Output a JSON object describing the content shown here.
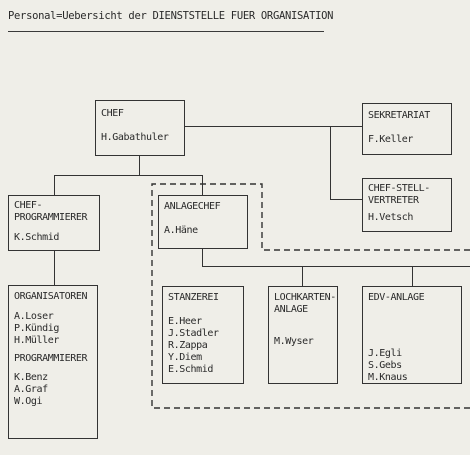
{
  "title": "Personal=Uebersicht der DIENSTSTELLE FUER ORGANISATION",
  "boxes": {
    "chef": {
      "title": "CHEF",
      "names": [
        "H.Gabathuler"
      ]
    },
    "sekretariat": {
      "title": "SEKRETARIAT",
      "names": [
        "F.Keller"
      ]
    },
    "stellvertreter": {
      "title": "CHEF-STELL-\nVERTRETER",
      "names": [
        "H.Vetsch"
      ]
    },
    "chefprogrammierer": {
      "title": "CHEF-\nPROGRAMMIERER",
      "names": [
        "K.Schmid"
      ]
    },
    "anlagechef": {
      "title": "ANLAGECHEF",
      "names": [
        "A.Häne"
      ]
    },
    "organisatoren": {
      "title": "ORGANISATOREN",
      "names": [
        "A.Loser",
        "P.Kündig",
        "H.Müller"
      ],
      "subtitle": "PROGRAMMIERER",
      "subnames": [
        "K.Benz",
        "A.Graf",
        "W.Ogi"
      ]
    },
    "stanzerei": {
      "title": "STANZEREI",
      "names": [
        "E.Heer",
        "J.Stadler",
        "R.Zappa",
        "Y.Diem",
        "E.Schmid"
      ]
    },
    "lochkarten": {
      "title": "LOCHKARTEN-\nANLAGE",
      "names": [
        "M.Wyser"
      ]
    },
    "edv": {
      "title": "EDV-ANLAGE",
      "names": [
        "J.Egli",
        "S.Gebs",
        "M.Knaus"
      ]
    }
  }
}
